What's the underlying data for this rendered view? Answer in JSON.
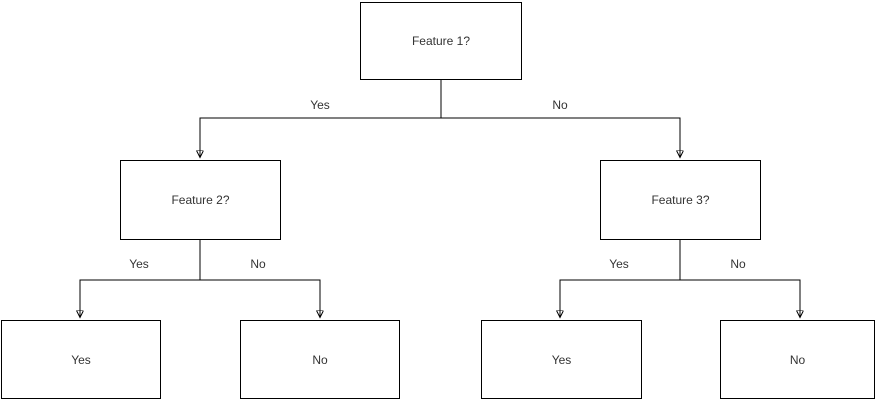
{
  "diagram": {
    "type": "decision-tree-flowchart",
    "background_color": "#ffffff",
    "box_fill_color": "#ffffff",
    "box_stroke_color": "#000000",
    "line_color": "#000000",
    "text_color": "#333333",
    "nodes": [
      {
        "id": "feature1",
        "label": "Feature 1?"
      },
      {
        "id": "feature2",
        "label": "Feature 2?"
      },
      {
        "id": "feature3",
        "label": "Feature 3?"
      },
      {
        "id": "leaf-left-yes",
        "label": "Yes"
      },
      {
        "id": "leaf-left-no",
        "label": "No"
      },
      {
        "id": "leaf-right-yes",
        "label": "Yes"
      },
      {
        "id": "leaf-right-no",
        "label": "No"
      }
    ],
    "edges": [
      {
        "from": "feature1",
        "to": "feature2",
        "label": "Yes"
      },
      {
        "from": "feature1",
        "to": "feature3",
        "label": "No"
      },
      {
        "from": "feature2",
        "to": "leaf-left-yes",
        "label": "Yes"
      },
      {
        "from": "feature2",
        "to": "leaf-left-no",
        "label": "No"
      },
      {
        "from": "feature3",
        "to": "leaf-right-yes",
        "label": "Yes"
      },
      {
        "from": "feature3",
        "to": "leaf-right-no",
        "label": "No"
      }
    ]
  }
}
